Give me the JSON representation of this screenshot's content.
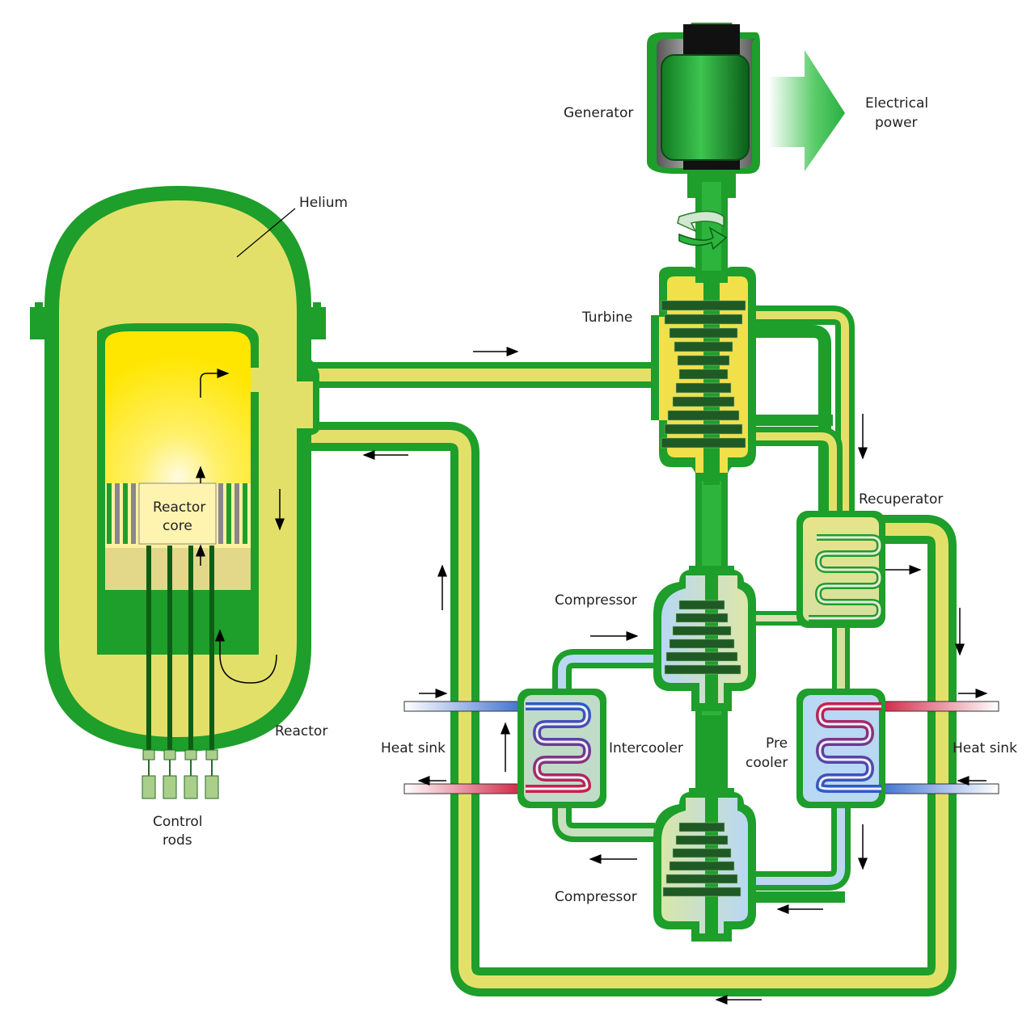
{
  "labels": {
    "generator": "Generator",
    "electrical_power_line1": "Electrical",
    "electrical_power_line2": "power",
    "helium": "Helium",
    "turbine": "Turbine",
    "recuperator": "Recuperator",
    "compressor_top": "Compressor",
    "compressor_bottom": "Compressor",
    "reactor_core_line1": "Reactor",
    "reactor_core_line2": "core",
    "reactor": "Reactor",
    "control_rods_line1": "Control",
    "control_rods_line2": "rods",
    "heat_sink_left": "Heat sink",
    "heat_sink_right": "Heat sink",
    "intercooler": "Intercooler",
    "precooler_line1": "Pre",
    "precooler_line2": "cooler"
  },
  "colors": {
    "vessel_green": "#1e9e2a",
    "vessel_outline": "#0d5e15",
    "helium_yellow": "#e3e06a",
    "core_yellow": "#ffe800",
    "cold_blue": "#b8d8f4",
    "water_blue": "#3a6fd0",
    "water_red": "#d02040",
    "blade_dark": "#1f5a25",
    "arrow": "#000000"
  }
}
